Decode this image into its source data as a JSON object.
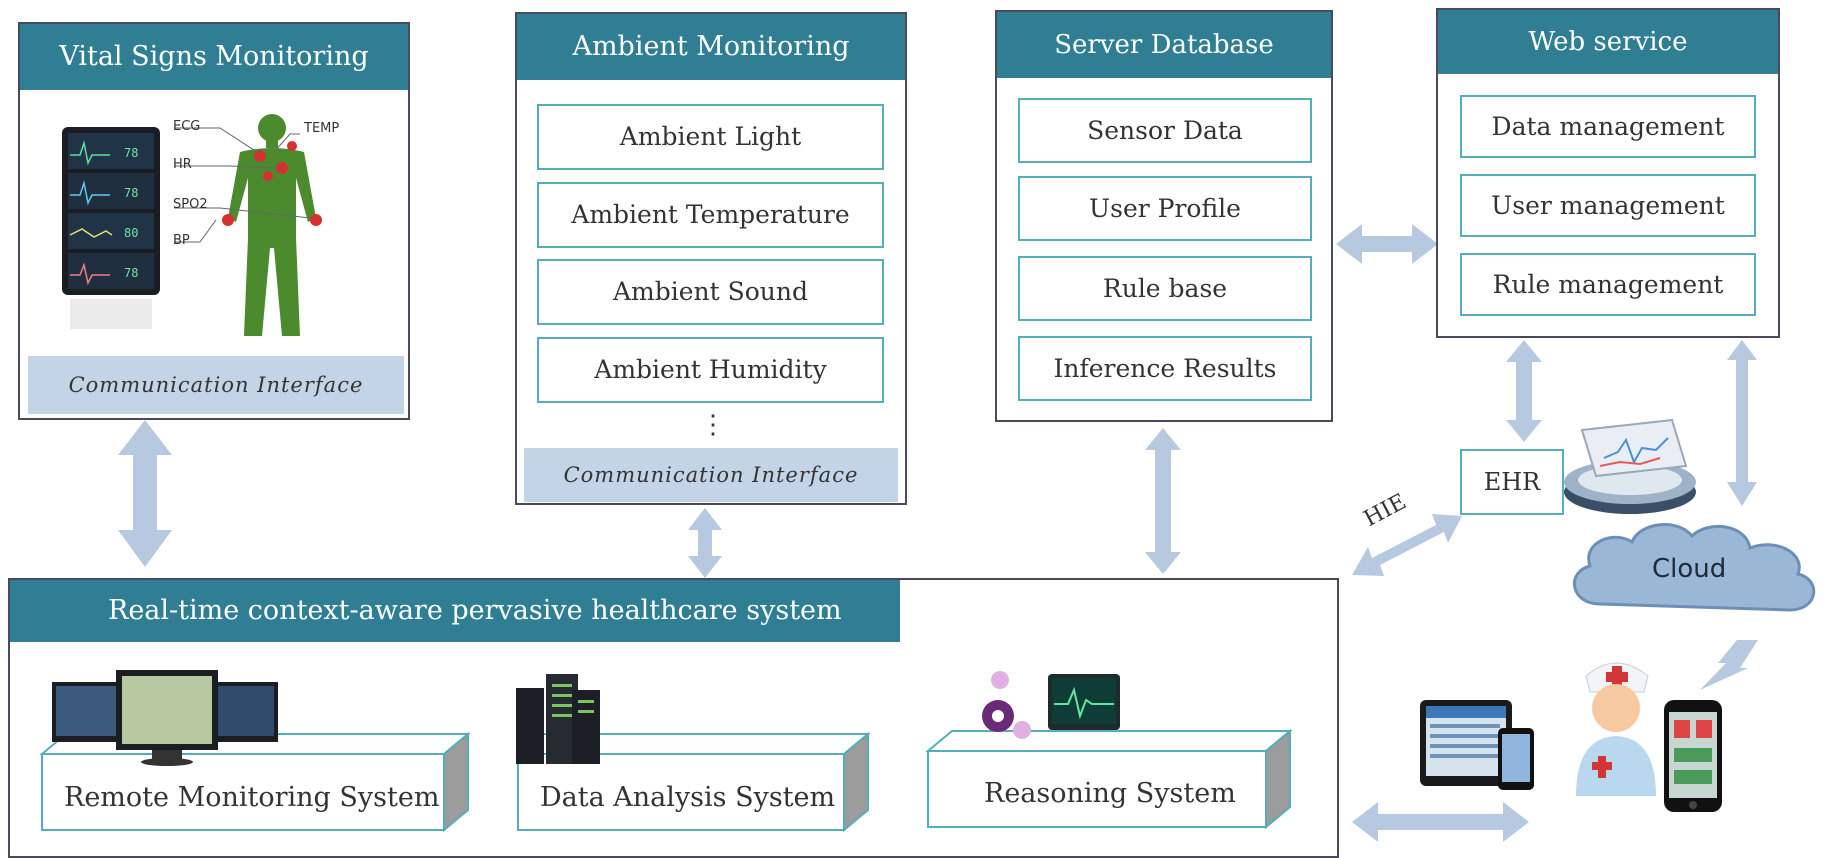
{
  "vital": {
    "title": "Vital Signs Monitoring",
    "labels": [
      "ECG",
      "HR",
      "SPO2",
      "BP",
      "TEMP"
    ],
    "comm": "Communication  Interface"
  },
  "ambient": {
    "title": "Ambient Monitoring",
    "items": [
      "Ambient Light",
      "Ambient Temperature",
      "Ambient Sound",
      "Ambient Humidity"
    ],
    "ellipsis": "⋮",
    "comm": "Communication  Interface"
  },
  "server": {
    "title": "Server Database",
    "items": [
      "Sensor Data",
      "User Profile",
      "Rule base",
      "Inference Results"
    ]
  },
  "web": {
    "title": "Web service",
    "items": [
      "Data management",
      "User management",
      "Rule management"
    ]
  },
  "ehr": {
    "label": "EHR"
  },
  "hie": {
    "label": "HIE"
  },
  "cloud": {
    "label": "Cloud"
  },
  "system": {
    "title": "Real-time context-aware pervasive healthcare system",
    "subsystems": [
      "Remote Monitoring System",
      "Data Analysis System",
      "Reasoning System"
    ]
  },
  "colors": {
    "header": "#2f7e93",
    "item_border": "#54aeb8",
    "comm_bg": "#c3d4e6",
    "arrow": "#b6c9e0",
    "frame": "#4a4a5e"
  }
}
